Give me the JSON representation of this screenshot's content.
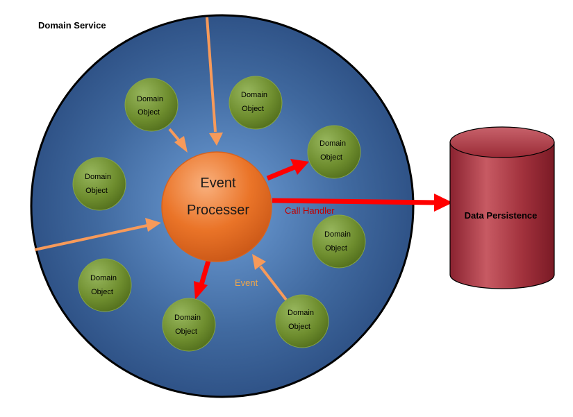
{
  "diagram": {
    "title": "Domain Service",
    "processor": {
      "line1": "Event",
      "line2": "Processer"
    },
    "domain_objects": [
      {
        "line1": "Domain",
        "line2": "Object"
      },
      {
        "line1": "Domain",
        "line2": "Object"
      },
      {
        "line1": "Domain",
        "line2": "Object"
      },
      {
        "line1": "Domain",
        "line2": "Object"
      },
      {
        "line1": "Domain",
        "line2": "Object"
      },
      {
        "line1": "Domain",
        "line2": "Object"
      },
      {
        "line1": "Domain",
        "line2": "Object"
      },
      {
        "line1": "Domain",
        "line2": "Object"
      }
    ],
    "labels": {
      "call_handler": "Call Handler",
      "event": "Event"
    },
    "database": {
      "label": "Data Persistence"
    }
  },
  "colors": {
    "service_fill_center": "#5d8fc9",
    "service_fill_edge": "#2c4f86",
    "service_border": "#000000",
    "processor_fill": "#e8742a",
    "domain_object_fill": "#6f8e2f",
    "event_arrow": "#f79a5a",
    "call_arrow": "#ff0000",
    "database_fill": "#a8343f",
    "call_label": "#c00000",
    "event_label": "#f0a64a"
  }
}
